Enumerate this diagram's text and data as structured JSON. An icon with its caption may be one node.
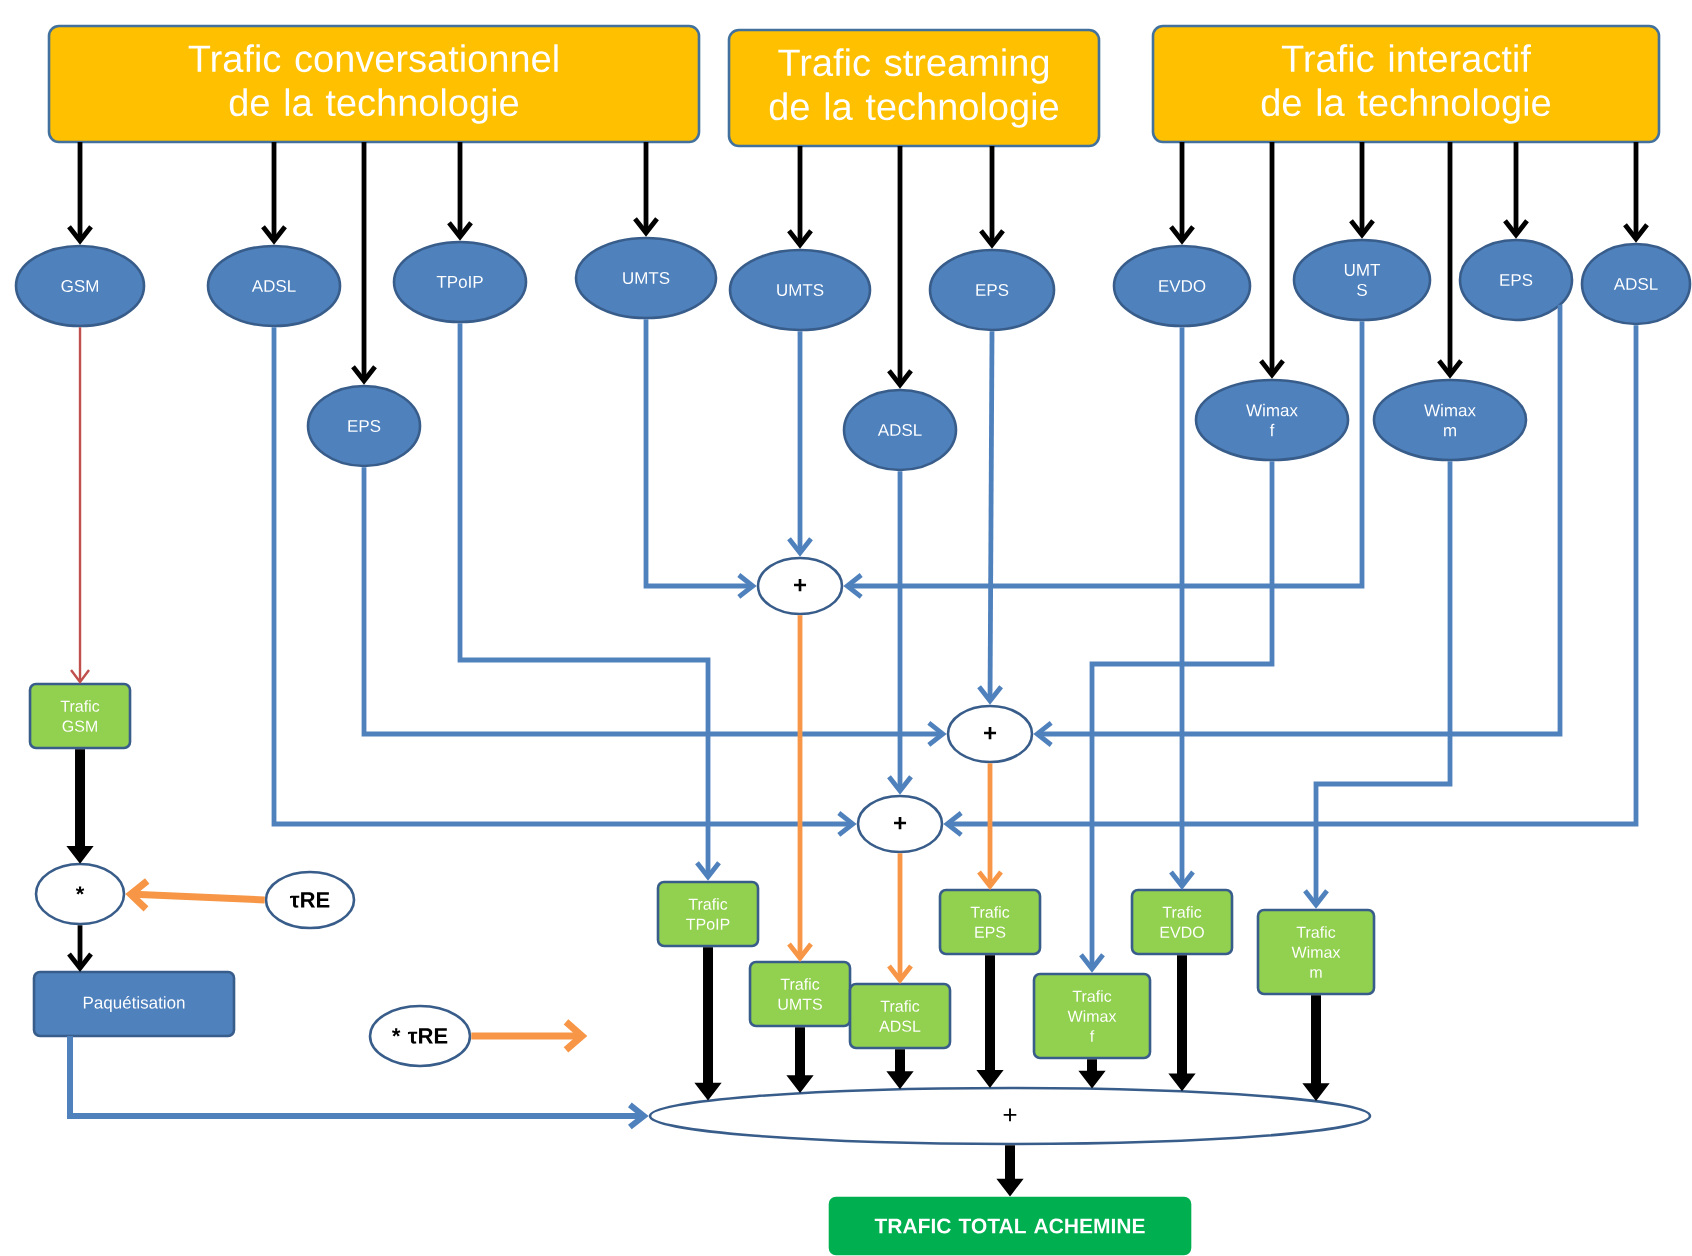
{
  "diagram": {
    "nodes": [
      {
        "text": [
          "Trafic conversationnel de la technologie"
        ]
      },
      {
        "text": [
          "Trafic streaming de la technologie"
        ]
      },
      {
        "text": [
          "Trafic interactif de la technologie"
        ]
      },
      {
        "text": [
          "GSM"
        ]
      },
      {
        "text": [
          "ADSL"
        ]
      },
      {
        "text": [
          "EPS"
        ]
      },
      {
        "text": [
          "TPoIP"
        ]
      },
      {
        "text": [
          "UMTS"
        ]
      },
      {
        "text": [
          "UMTS"
        ]
      },
      {
        "text": [
          "ADSL"
        ]
      },
      {
        "text": [
          "EPS"
        ]
      },
      {
        "text": [
          "EVDO"
        ]
      },
      {
        "text": [
          "UMT S"
        ]
      },
      {
        "text": [
          "EPS"
        ]
      },
      {
        "text": [
          "ADSL"
        ]
      },
      {
        "text": [
          "Wimax f"
        ]
      },
      {
        "text": [
          "Wimax m"
        ]
      },
      {
        "text": [
          "+"
        ]
      },
      {
        "text": [
          "+"
        ]
      },
      {
        "text": [
          "+"
        ]
      },
      {
        "text": [
          "Trafic GSM"
        ]
      },
      {
        "text": [
          "*"
        ]
      },
      {
        "text": [
          "τRE"
        ]
      },
      {
        "text": [
          "Paquétisation"
        ]
      },
      {
        "text": [
          "Trafic TPoIP"
        ]
      },
      {
        "text": [
          "Trafic UMTS"
        ]
      },
      {
        "text": [
          "Trafic ADSL"
        ]
      },
      {
        "text": [
          "Trafic EPS"
        ]
      },
      {
        "text": [
          "Trafic Wimax f"
        ]
      },
      {
        "text": [
          "Trafic EVDO"
        ]
      },
      {
        "text": [
          "Trafic Wimax m"
        ]
      },
      {
        "text": [
          "* τRE"
        ]
      },
      {
        "text": [
          "+"
        ]
      },
      {
        "text": [
          "TRAFIC TOTAL ACHEMINE"
        ]
      }
    ],
    "edges": [
      {
        "from": 0,
        "to": 3,
        "arrow": "to"
      },
      {
        "from": 0,
        "to": 4,
        "arrow": "to"
      },
      {
        "from": 0,
        "to": 5,
        "arrow": "to"
      },
      {
        "from": 0,
        "to": 6,
        "arrow": "to"
      },
      {
        "from": 0,
        "to": 7,
        "arrow": "to"
      },
      {
        "from": 1,
        "to": 8,
        "arrow": "to"
      },
      {
        "from": 1,
        "to": 9,
        "arrow": "to"
      },
      {
        "from": 1,
        "to": 10,
        "arrow": "to"
      },
      {
        "from": 2,
        "to": 11,
        "arrow": "to"
      },
      {
        "from": 2,
        "to": 15,
        "arrow": "to"
      },
      {
        "from": 2,
        "to": 12,
        "arrow": "to"
      },
      {
        "from": 2,
        "to": 16,
        "arrow": "to"
      },
      {
        "from": 2,
        "to": 13,
        "arrow": "to"
      },
      {
        "from": 2,
        "to": 14,
        "arrow": "to"
      },
      {
        "from": 3,
        "to": 20,
        "arrow": "to",
        "color": "#c0504d"
      },
      {
        "from": 20,
        "to": 21,
        "arrow": "to",
        "style": "thick"
      },
      {
        "from": 22,
        "to": 21,
        "arrow": "to",
        "color": "#f79646"
      },
      {
        "from": 21,
        "to": 23,
        "arrow": "to"
      },
      {
        "from": 23,
        "to": 32,
        "arrow": "to",
        "color": "#4f81bd"
      },
      {
        "from": 31,
        "to": null,
        "arrow": "to",
        "color": "#f79646"
      },
      {
        "from": 7,
        "to": 17,
        "arrow": "to",
        "color": "#4f81bd"
      },
      {
        "from": 8,
        "to": 17,
        "arrow": "to",
        "color": "#4f81bd"
      },
      {
        "from": 12,
        "to": 17,
        "arrow": "to",
        "color": "#4f81bd"
      },
      {
        "from": 6,
        "to": 24,
        "arrow": "to",
        "color": "#4f81bd"
      },
      {
        "from": 5,
        "to": 18,
        "arrow": "to",
        "color": "#4f81bd"
      },
      {
        "from": 10,
        "to": 18,
        "arrow": "to",
        "color": "#4f81bd"
      },
      {
        "from": 13,
        "to": 18,
        "arrow": "to",
        "color": "#4f81bd"
      },
      {
        "from": 4,
        "to": 19,
        "arrow": "to",
        "color": "#4f81bd"
      },
      {
        "from": 9,
        "to": 19,
        "arrow": "to",
        "color": "#4f81bd"
      },
      {
        "from": 14,
        "to": 19,
        "arrow": "to",
        "color": "#4f81bd"
      },
      {
        "from": 11,
        "to": 29,
        "arrow": "to",
        "color": "#4f81bd"
      },
      {
        "from": 15,
        "to": 28,
        "arrow": "to",
        "color": "#4f81bd"
      },
      {
        "from": 16,
        "to": 30,
        "arrow": "to",
        "color": "#4f81bd"
      },
      {
        "from": 17,
        "to": 25,
        "arrow": "to",
        "color": "#f79646"
      },
      {
        "from": 18,
        "to": 27,
        "arrow": "to",
        "color": "#f79646"
      },
      {
        "from": 19,
        "to": 26,
        "arrow": "to",
        "color": "#f79646"
      },
      {
        "from": 24,
        "to": 32,
        "arrow": "to",
        "style": "thick"
      },
      {
        "from": 25,
        "to": 32,
        "arrow": "to",
        "style": "thick"
      },
      {
        "from": 26,
        "to": 32,
        "arrow": "to",
        "style": "thick"
      },
      {
        "from": 27,
        "to": 32,
        "arrow": "to",
        "style": "thick"
      },
      {
        "from": 28,
        "to": 32,
        "arrow": "to",
        "style": "thick"
      },
      {
        "from": 29,
        "to": 32,
        "arrow": "to",
        "style": "thick"
      },
      {
        "from": 30,
        "to": 32,
        "arrow": "to",
        "style": "thick"
      },
      {
        "from": 32,
        "to": 33,
        "arrow": "to",
        "style": "thick"
      }
    ]
  }
}
